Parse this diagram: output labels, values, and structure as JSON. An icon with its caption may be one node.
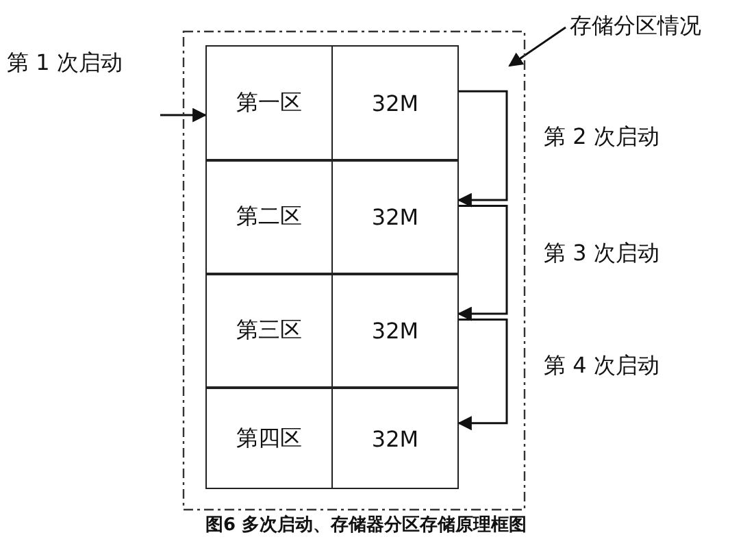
{
  "diagram": {
    "caption": "图6 多次启动、存储器分区存储原理框图",
    "nodes": [
      {
        "text": [],
        "shape": "box"
      },
      {
        "text": [
          "存储分区情况"
        ]
      },
      {
        "text": [
          "第一区",
          "32M"
        ],
        "in": 0
      },
      {
        "text": [
          "第二区",
          "32M"
        ],
        "in": 0
      },
      {
        "text": [
          "第三区",
          "32M"
        ],
        "in": 0
      },
      {
        "text": [
          "第四区",
          "32M"
        ],
        "in": 0
      }
    ],
    "edges": [
      {
        "from": 1,
        "to": 0,
        "arrow": "to"
      },
      {
        "from": null,
        "to": 2,
        "arrow": "to",
        "label": "第 1 次启动"
      },
      {
        "from": 2,
        "to": 3,
        "arrow": "to",
        "label": "第 2 次启动"
      },
      {
        "from": 3,
        "to": 4,
        "arrow": "to",
        "label": "第 3 次启动"
      },
      {
        "from": 4,
        "to": 5,
        "arrow": "to",
        "label": "第 4 次启动"
      }
    ]
  }
}
